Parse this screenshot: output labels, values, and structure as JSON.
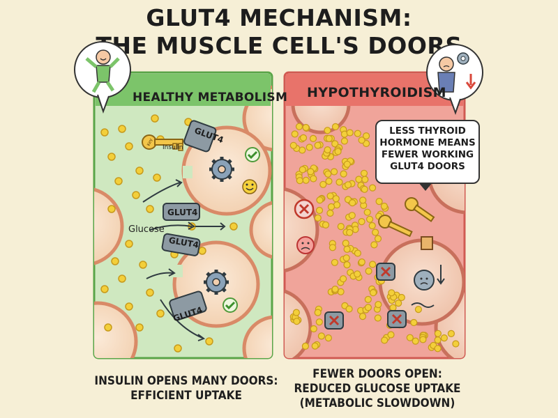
{
  "title": {
    "line1": "GLUT4 MECHANISM:",
    "line2": "THE MUSCLE CELL'S DOORS"
  },
  "left_panel": {
    "header": "HEALTHY METABOLISM",
    "glucose_label": "Glucose",
    "insulin_label": "Insulin",
    "key_label": "Key",
    "transporter_labels": [
      "GLUT4",
      "GLUT4",
      "GLUT4",
      "GLUT4"
    ],
    "caption_line1": "INSULIN OPENS MANY DOORS:",
    "caption_line2": "EFFICIENT UPTAKE",
    "colors": {
      "bg": "#cfe8c0",
      "header": "#7cc46a",
      "border": "#5aa548"
    }
  },
  "right_panel": {
    "header": "HYPOTHYROIDISM",
    "callout_lines": [
      "LESS THYROID",
      "HORMONE MEANS",
      "FEWER WORKING",
      "GLUT4 DOORS"
    ],
    "caption_line1": "FEWER DOORS OPEN:",
    "caption_line2": "REDUCED GLUCOSE UPTAKE",
    "caption_line3": "(METABOLIC SLOWDOWN)",
    "colors": {
      "bg": "#f0a49a",
      "header": "#e8736a",
      "border": "#d05a52"
    }
  },
  "icons": {
    "happy_person": "happy-person-icon",
    "tired_person": "tired-person-icon",
    "gear": "gear-icon",
    "check": "check-icon",
    "cross": "cross-icon",
    "smiley": "smiley-icon",
    "sad_face": "sad-face-icon",
    "key": "key-icon",
    "down_arrow": "down-arrow-icon"
  },
  "colors": {
    "glucose": "#f3cf3a",
    "cell": "#f7dcc0",
    "cell_border": "#d98a67"
  }
}
